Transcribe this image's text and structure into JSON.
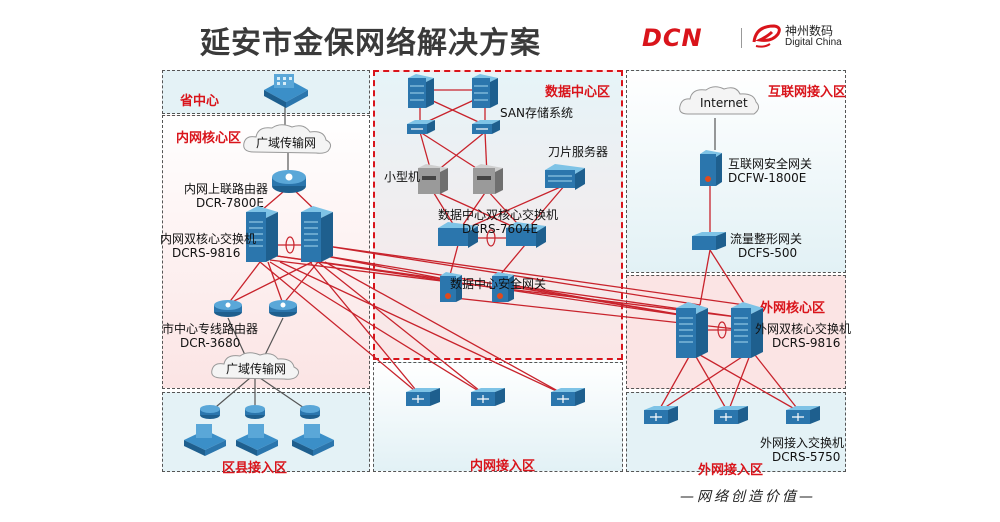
{
  "title": "延安市金保网络解决方案",
  "brand": {
    "dcn": "DCN",
    "cn_name": "神州数码",
    "en_name": "Digital China",
    "accent": "#d9141b"
  },
  "zones": {
    "province": "省中心",
    "intranet_core": "内网核心区",
    "data_center": "数据中心区",
    "internet_access": "互联网接入区",
    "extranet_core": "外网核心区",
    "county_access": "区县接入区",
    "intranet_access": "内网接入区",
    "extranet_access": "外网接入区"
  },
  "clouds": {
    "wan_top": "广域传输网",
    "wan_bottom": "广域传输网",
    "internet": "Internet"
  },
  "labels": {
    "intranet_router": {
      "name": "内网上联路由器",
      "model": "DCR-7800E"
    },
    "intranet_core_switch": {
      "name": "内网双核心交换机",
      "model": "DCRS-9816"
    },
    "city_router": {
      "name": "市中心专线路由器",
      "model": "DCR-3680"
    },
    "san": "SAN存储系统",
    "minicomputer": "小型机",
    "blade_server": "刀片服务器",
    "dc_core_switch": {
      "name": "数据中心双核心交换机",
      "model": "DCRS-7604E"
    },
    "dc_security_gateway": "数据中心安全网关",
    "internet_firewall": {
      "name": "互联网安全网关",
      "model": "DCFW-1800E"
    },
    "traffic_shaper": {
      "name": "流量整形网关",
      "model": "DCFS-500"
    },
    "extranet_core_switch": {
      "name": "外网双核心交换机",
      "model": "DCRS-9816"
    },
    "extranet_access_switch": {
      "name": "外网接入交换机",
      "model": "DCRS-5750"
    }
  },
  "slogan": "—网络创造价值—"
}
